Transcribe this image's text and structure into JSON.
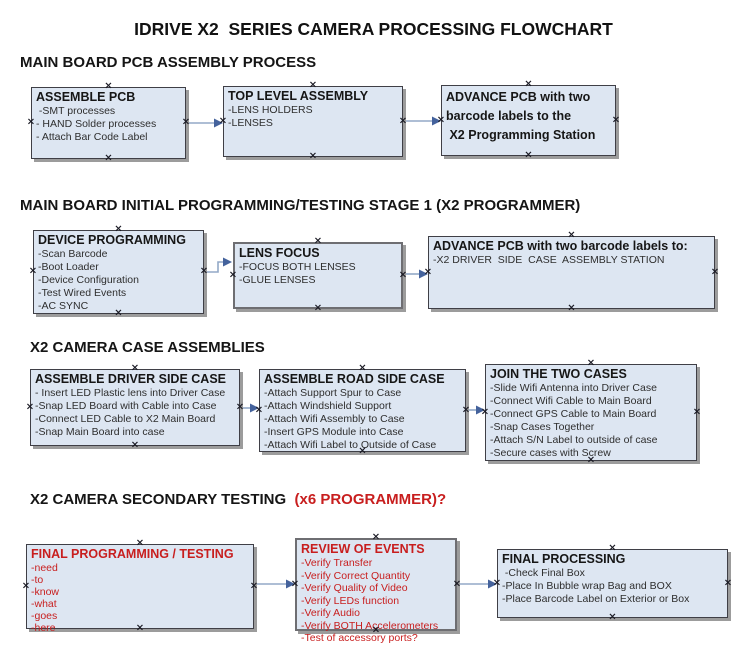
{
  "title": "IDRIVE X2  SERIES CAMERA PROCESSING FLOWCHART",
  "colors": {
    "box_fill": "#dde6f2",
    "box_border": "#3f3f46",
    "box_shadow": "#9c9c9c",
    "arrow_line": "#93a9c7",
    "arrow_head": "#44629c",
    "red_text": "#c81e1e",
    "black_text": "#161616"
  },
  "connection_point_glyph": "×",
  "sections": [
    {
      "heading": "MAIN BOARD PCB ASSEMBLY PROCESS",
      "boxes": [
        {
          "id": "assemble-pcb",
          "title": "ASSEMBLE PCB",
          "items": [
            " -SMT processes",
            "- HAND Solder processes",
            "- Attach Bar Code Label"
          ]
        },
        {
          "id": "top-level-assembly",
          "title": "TOP LEVEL ASSEMBLY",
          "items": [
            "-LENS HOLDERS",
            "-LENSES"
          ]
        },
        {
          "id": "advance-pcb-programming",
          "title_lines": [
            "ADVANCE PCB with two",
            "barcode labels to the",
            " X2 Programming Station"
          ],
          "items": []
        }
      ]
    },
    {
      "heading": "MAIN BOARD INITIAL PROGRAMMING/TESTING STAGE 1 (X2 PROGRAMMER)",
      "boxes": [
        {
          "id": "device-programming",
          "title": "DEVICE PROGRAMMING",
          "items": [
            "-Scan Barcode",
            "-Boot Loader",
            "-Device Configuration",
            "-Test Wired Events",
            "-AC SYNC"
          ]
        },
        {
          "id": "lens-focus",
          "title": "LENS FOCUS",
          "items": [
            "-FOCUS BOTH LENSES",
            "-GLUE LENSES"
          ]
        },
        {
          "id": "advance-pcb-case",
          "title": "ADVANCE PCB with two barcode labels to:",
          "items": [
            "-X2 DRIVER  SIDE  CASE  ASSEMBLY STATION"
          ]
        }
      ]
    },
    {
      "heading": "X2 CAMERA CASE ASSEMBLIES",
      "boxes": [
        {
          "id": "assemble-driver-side-case",
          "title": "ASSEMBLE DRIVER SIDE CASE",
          "items": [
            "- Insert LED Plastic lens into Driver Case",
            "-Snap LED Board with Cable into Case",
            "-Connect LED Cable to X2 Main Board",
            "-Snap Main Board into case"
          ]
        },
        {
          "id": "assemble-road-side-case",
          "title": "ASSEMBLE ROAD SIDE CASE",
          "items": [
            "-Attach Support Spur to Case",
            "-Attach Windshield Support",
            "-Attach Wifi Assembly to Case",
            "-Insert GPS Module into Case",
            "-Attach Wifi Label to Outside of Case"
          ]
        },
        {
          "id": "join-the-two-cases",
          "title": "JOIN THE TWO CASES",
          "items": [
            "-Slide Wifi Antenna into Driver Case",
            "-Connect Wifi Cable to Main Board",
            "-Connect GPS Cable to Main Board",
            "-Snap Cases Together",
            "-Attach S/N Label to outside of case",
            "-Secure cases with Screw"
          ]
        }
      ]
    },
    {
      "heading": "X2 CAMERA SECONDARY TESTING  ",
      "heading_suffix": "(x6 PROGRAMMER)?",
      "boxes": [
        {
          "id": "final-programming-testing",
          "title": "FINAL PROGRAMMING / TESTING",
          "red": true,
          "items": [
            "-need",
            "-to",
            "-know",
            "-what",
            "-goes",
            "-here"
          ]
        },
        {
          "id": "review-of-events",
          "title": "REVIEW OF EVENTS",
          "red": true,
          "items": [
            "-Verify Transfer",
            "-Verify Correct Quantity",
            "-Verify Quality of Video",
            "-Verify LEDs function",
            "-Verify Audio",
            "-Verify BOTH Accelerometers",
            "-Test of accessory ports?"
          ]
        },
        {
          "id": "final-processing",
          "title": "FINAL PROCESSING",
          "items": [
            " -Check Final Box",
            "-Place In Bubble wrap Bag and BOX",
            "-Place Barcode Label on Exterior or Box"
          ]
        }
      ]
    }
  ]
}
